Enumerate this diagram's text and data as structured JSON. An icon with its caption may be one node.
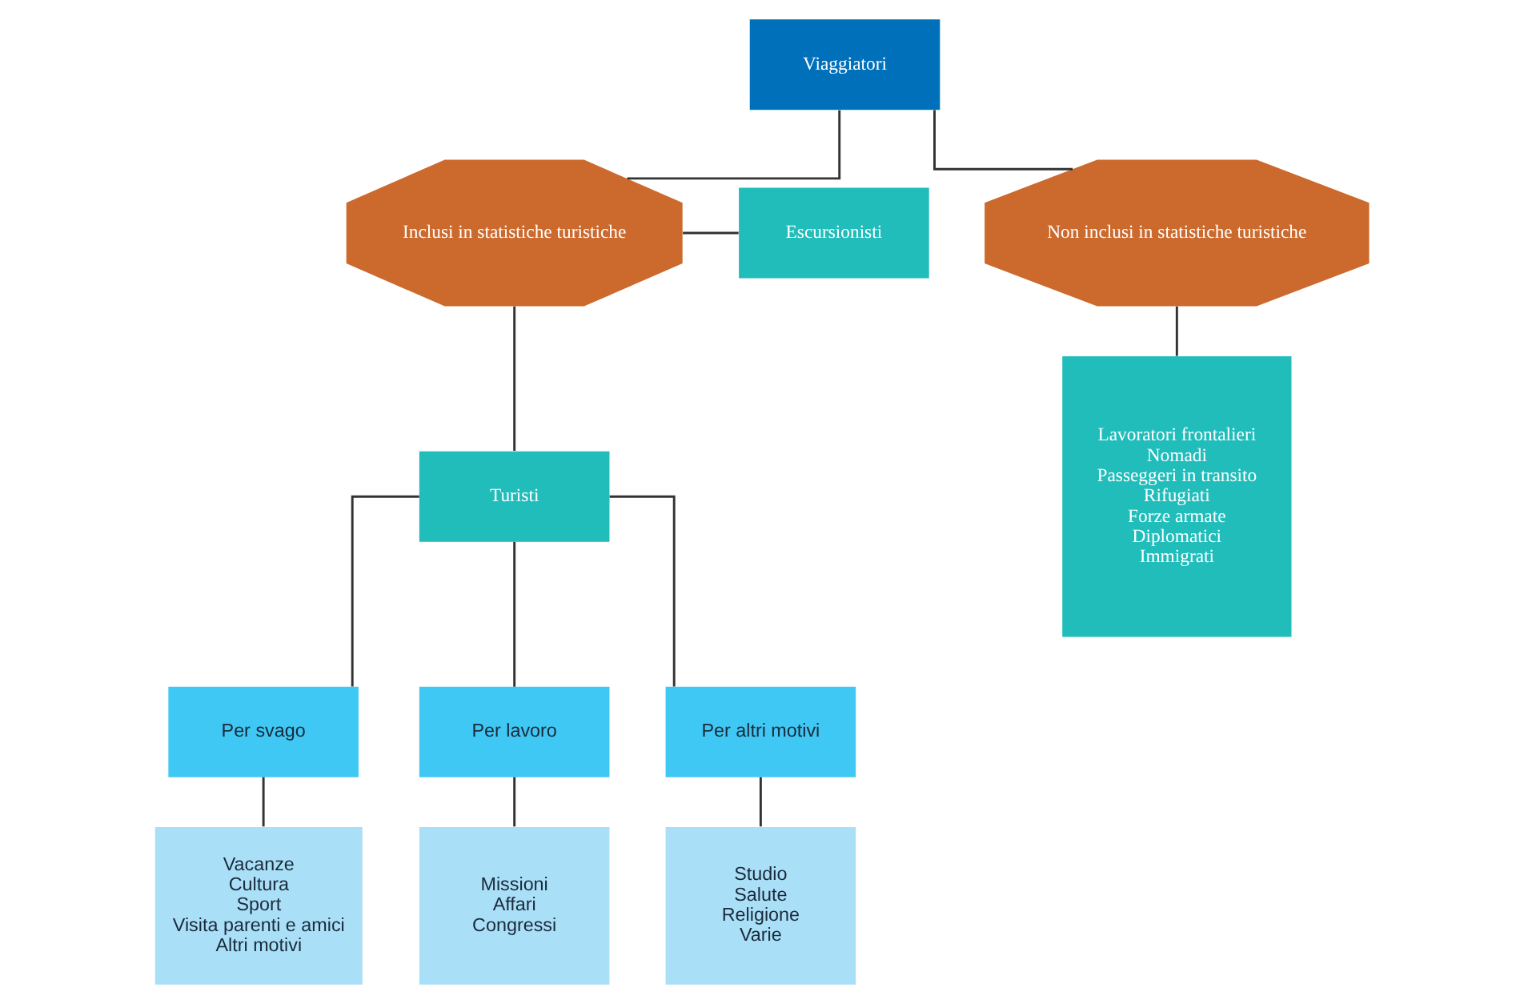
{
  "diagram": {
    "nodes": [
      {
        "text": [
          "Viaggiatori"
        ]
      },
      {
        "text": [
          "Inclusi in statistiche turistiche"
        ]
      },
      {
        "text": [
          "Non inclusi in statistiche turistiche"
        ]
      },
      {
        "text": [
          "Escursionisti"
        ]
      },
      {
        "text": [
          "Turisti"
        ]
      },
      {
        "text": [
          "Per svago"
        ]
      },
      {
        "text": [
          "Per lavoro"
        ]
      },
      {
        "text": [
          "Per altri motivi"
        ]
      },
      {
        "text": [
          "Vacanze",
          "Cultura",
          "Sport",
          "Visita parenti e amici",
          "Altri motivi"
        ]
      },
      {
        "text": [
          "Missioni",
          "Affari",
          "Congressi"
        ]
      },
      {
        "text": [
          "Studio",
          "Salute",
          "Religione",
          "Varie"
        ]
      },
      {
        "text": [
          "Lavoratori frontalieri",
          "Nomadi",
          "Passeggeri in transito",
          "Rifugiati",
          "Forze armate",
          "Diplomatici",
          "Immigrati"
        ]
      }
    ],
    "edges": [
      {
        "from": 0,
        "to": 1,
        "arrow": "none"
      },
      {
        "from": 0,
        "to": 2,
        "arrow": "none"
      },
      {
        "from": 3,
        "to": 1,
        "arrow": "none"
      },
      {
        "from": 1,
        "to": 4,
        "arrow": "none"
      },
      {
        "from": 4,
        "to": 5,
        "arrow": "none"
      },
      {
        "from": 4,
        "to": 6,
        "arrow": "none"
      },
      {
        "from": 4,
        "to": 7,
        "arrow": "none"
      },
      {
        "from": 5,
        "to": 8,
        "arrow": "none"
      },
      {
        "from": 6,
        "to": 9,
        "arrow": "none"
      },
      {
        "from": 7,
        "to": 10,
        "arrow": "none"
      },
      {
        "from": 2,
        "to": 11,
        "arrow": "none"
      }
    ]
  }
}
